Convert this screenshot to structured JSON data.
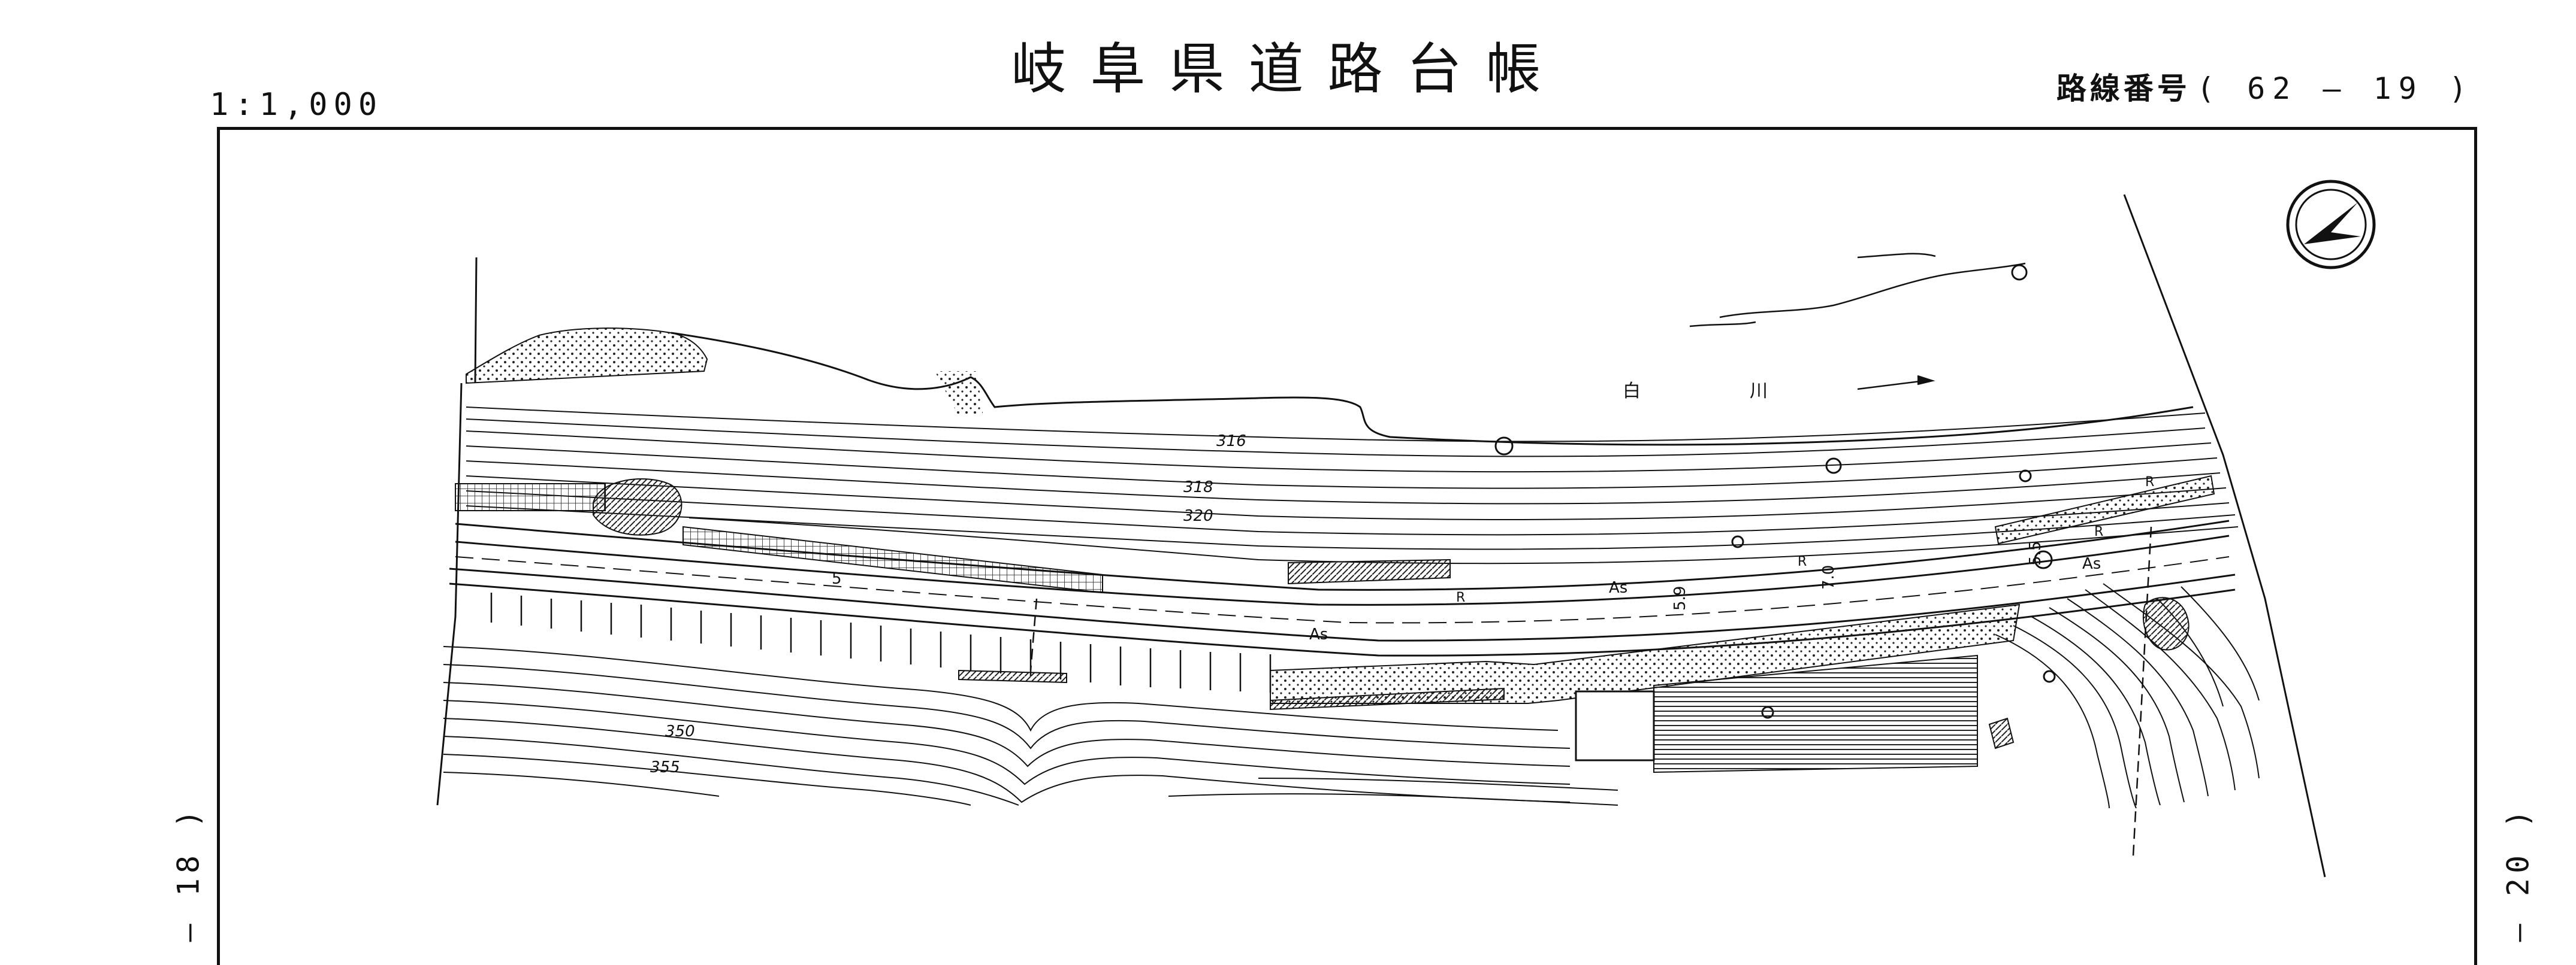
{
  "header": {
    "title": "岐阜県道路台帳",
    "scale": "1:1,000",
    "route_label": "路線番号",
    "route_number": "( 62 — 19 )"
  },
  "sheet_edges": {
    "left": "— 18 )",
    "right": "— 20 )"
  },
  "map": {
    "river_name_1": "白",
    "river_name_2": "川",
    "contours": [
      "316",
      "318",
      "320",
      "350",
      "355"
    ],
    "road_labels": {
      "surface_1": "As",
      "surface_2": "As",
      "surface_3": "As",
      "width_1": "5",
      "width_2": "5.9",
      "width_3": "7.0",
      "width_4": "5.5",
      "retaining_1": "R",
      "retaining_2": "R",
      "retaining_3": "R",
      "retaining_4": "R"
    },
    "north_arrow_icon": "north-arrow-icon"
  }
}
